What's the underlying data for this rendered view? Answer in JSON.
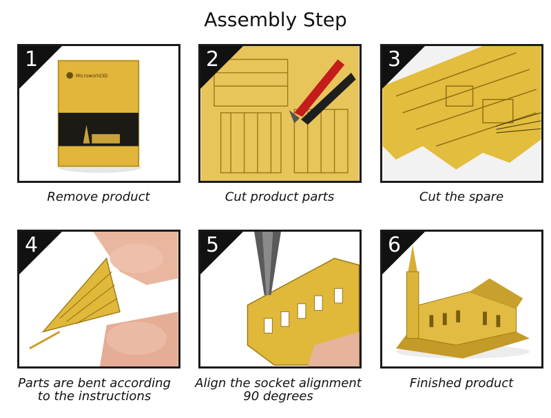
{
  "title": "Assembly Step",
  "steps": [
    {
      "number": "1",
      "caption_line1": "Remove product",
      "caption_line2": "",
      "box_brand": "Microworld3D"
    },
    {
      "number": "2",
      "caption_line1": "Cut product parts",
      "caption_line2": ""
    },
    {
      "number": "3",
      "caption_line1": "Cut the spare",
      "caption_line2": ""
    },
    {
      "number": "4",
      "caption_line1": "Parts are bent according",
      "caption_line2": "to the instructions"
    },
    {
      "number": "5",
      "caption_line1": "Align the socket alignment",
      "caption_line2": "90 degrees"
    },
    {
      "number": "6",
      "caption_line1": "Finished product",
      "caption_line2": ""
    }
  ],
  "colors": {
    "gold": "#e0b83a",
    "gold_dark": "#a07d14",
    "frame": "#1a1a1a"
  }
}
